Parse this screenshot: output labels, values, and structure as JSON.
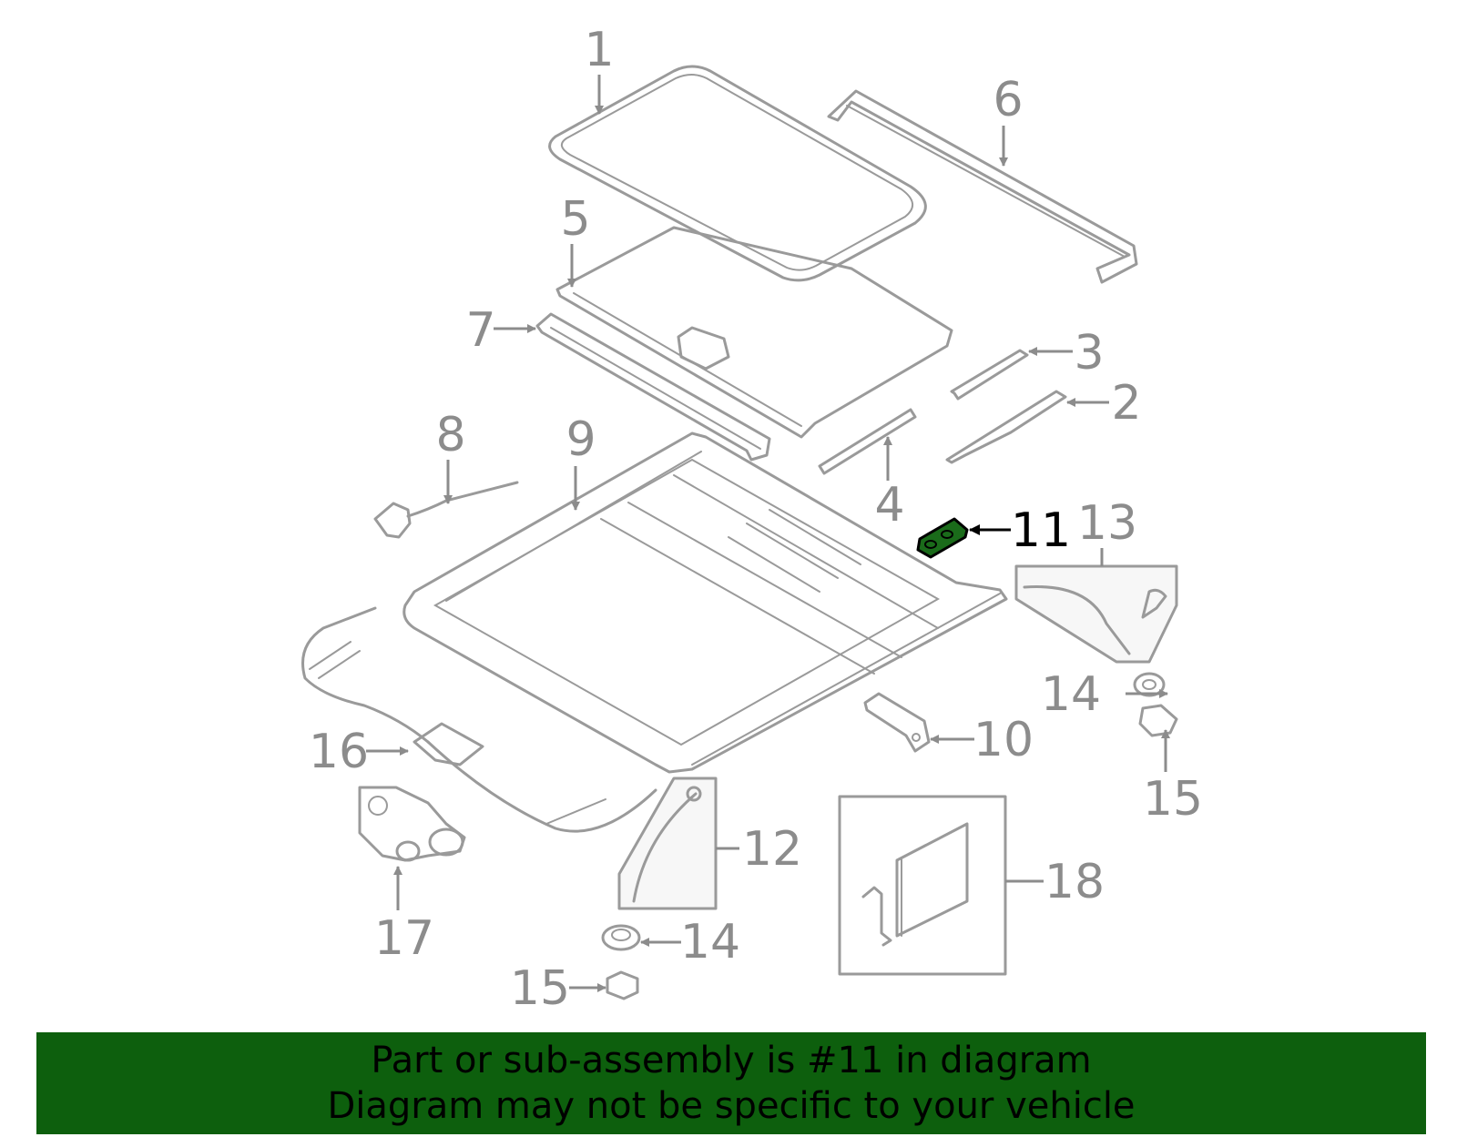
{
  "callouts": {
    "c1": "1",
    "c2": "2",
    "c3": "3",
    "c4": "4",
    "c5": "5",
    "c6": "6",
    "c7": "7",
    "c8": "8",
    "c9": "9",
    "c10": "10",
    "c11": "11",
    "c12": "12",
    "c13": "13",
    "c14a": "14",
    "c14b": "14",
    "c15a": "15",
    "c15b": "15",
    "c16": "16",
    "c17": "17",
    "c18": "18"
  },
  "highlight": {
    "part": "11",
    "color": "#1a6b1a"
  },
  "banner": {
    "line1": "Part or sub-assembly is #11 in diagram",
    "line2": "Diagram may not be specific to your vehicle",
    "background": "#0d5f0d"
  }
}
